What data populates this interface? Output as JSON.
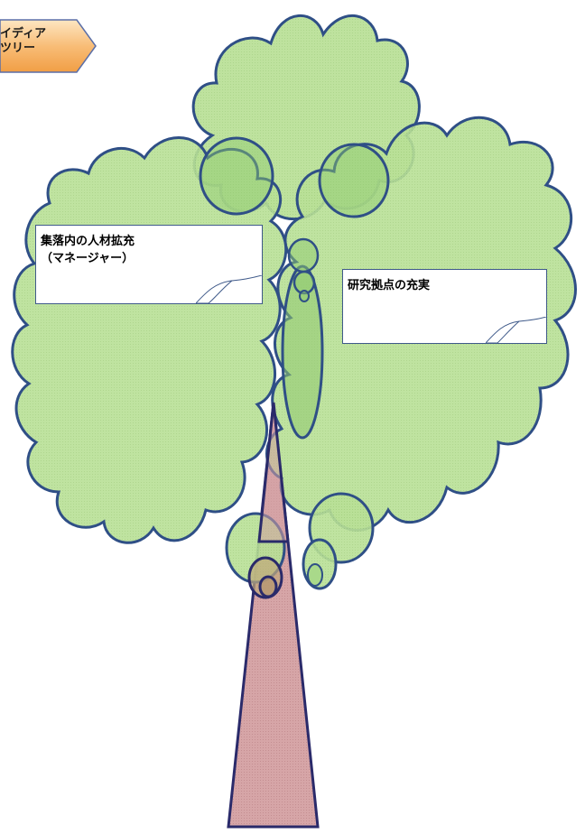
{
  "banner": {
    "line1": "イディア",
    "line2": "ツリー"
  },
  "notes": {
    "left": {
      "line1": "集落内の人材拡充",
      "line2": "（マネージャー）"
    },
    "right": {
      "line1": "研究拠点の充実"
    }
  },
  "colors": {
    "foliage_fill": "#b7df95",
    "foliage_overlap": "#94c978",
    "foliage_stroke": "#2f4f86",
    "trunk_fill": "#d5a3a5",
    "trunk_stroke": "#2a2a6a",
    "banner_fill": "#f7b36a"
  }
}
